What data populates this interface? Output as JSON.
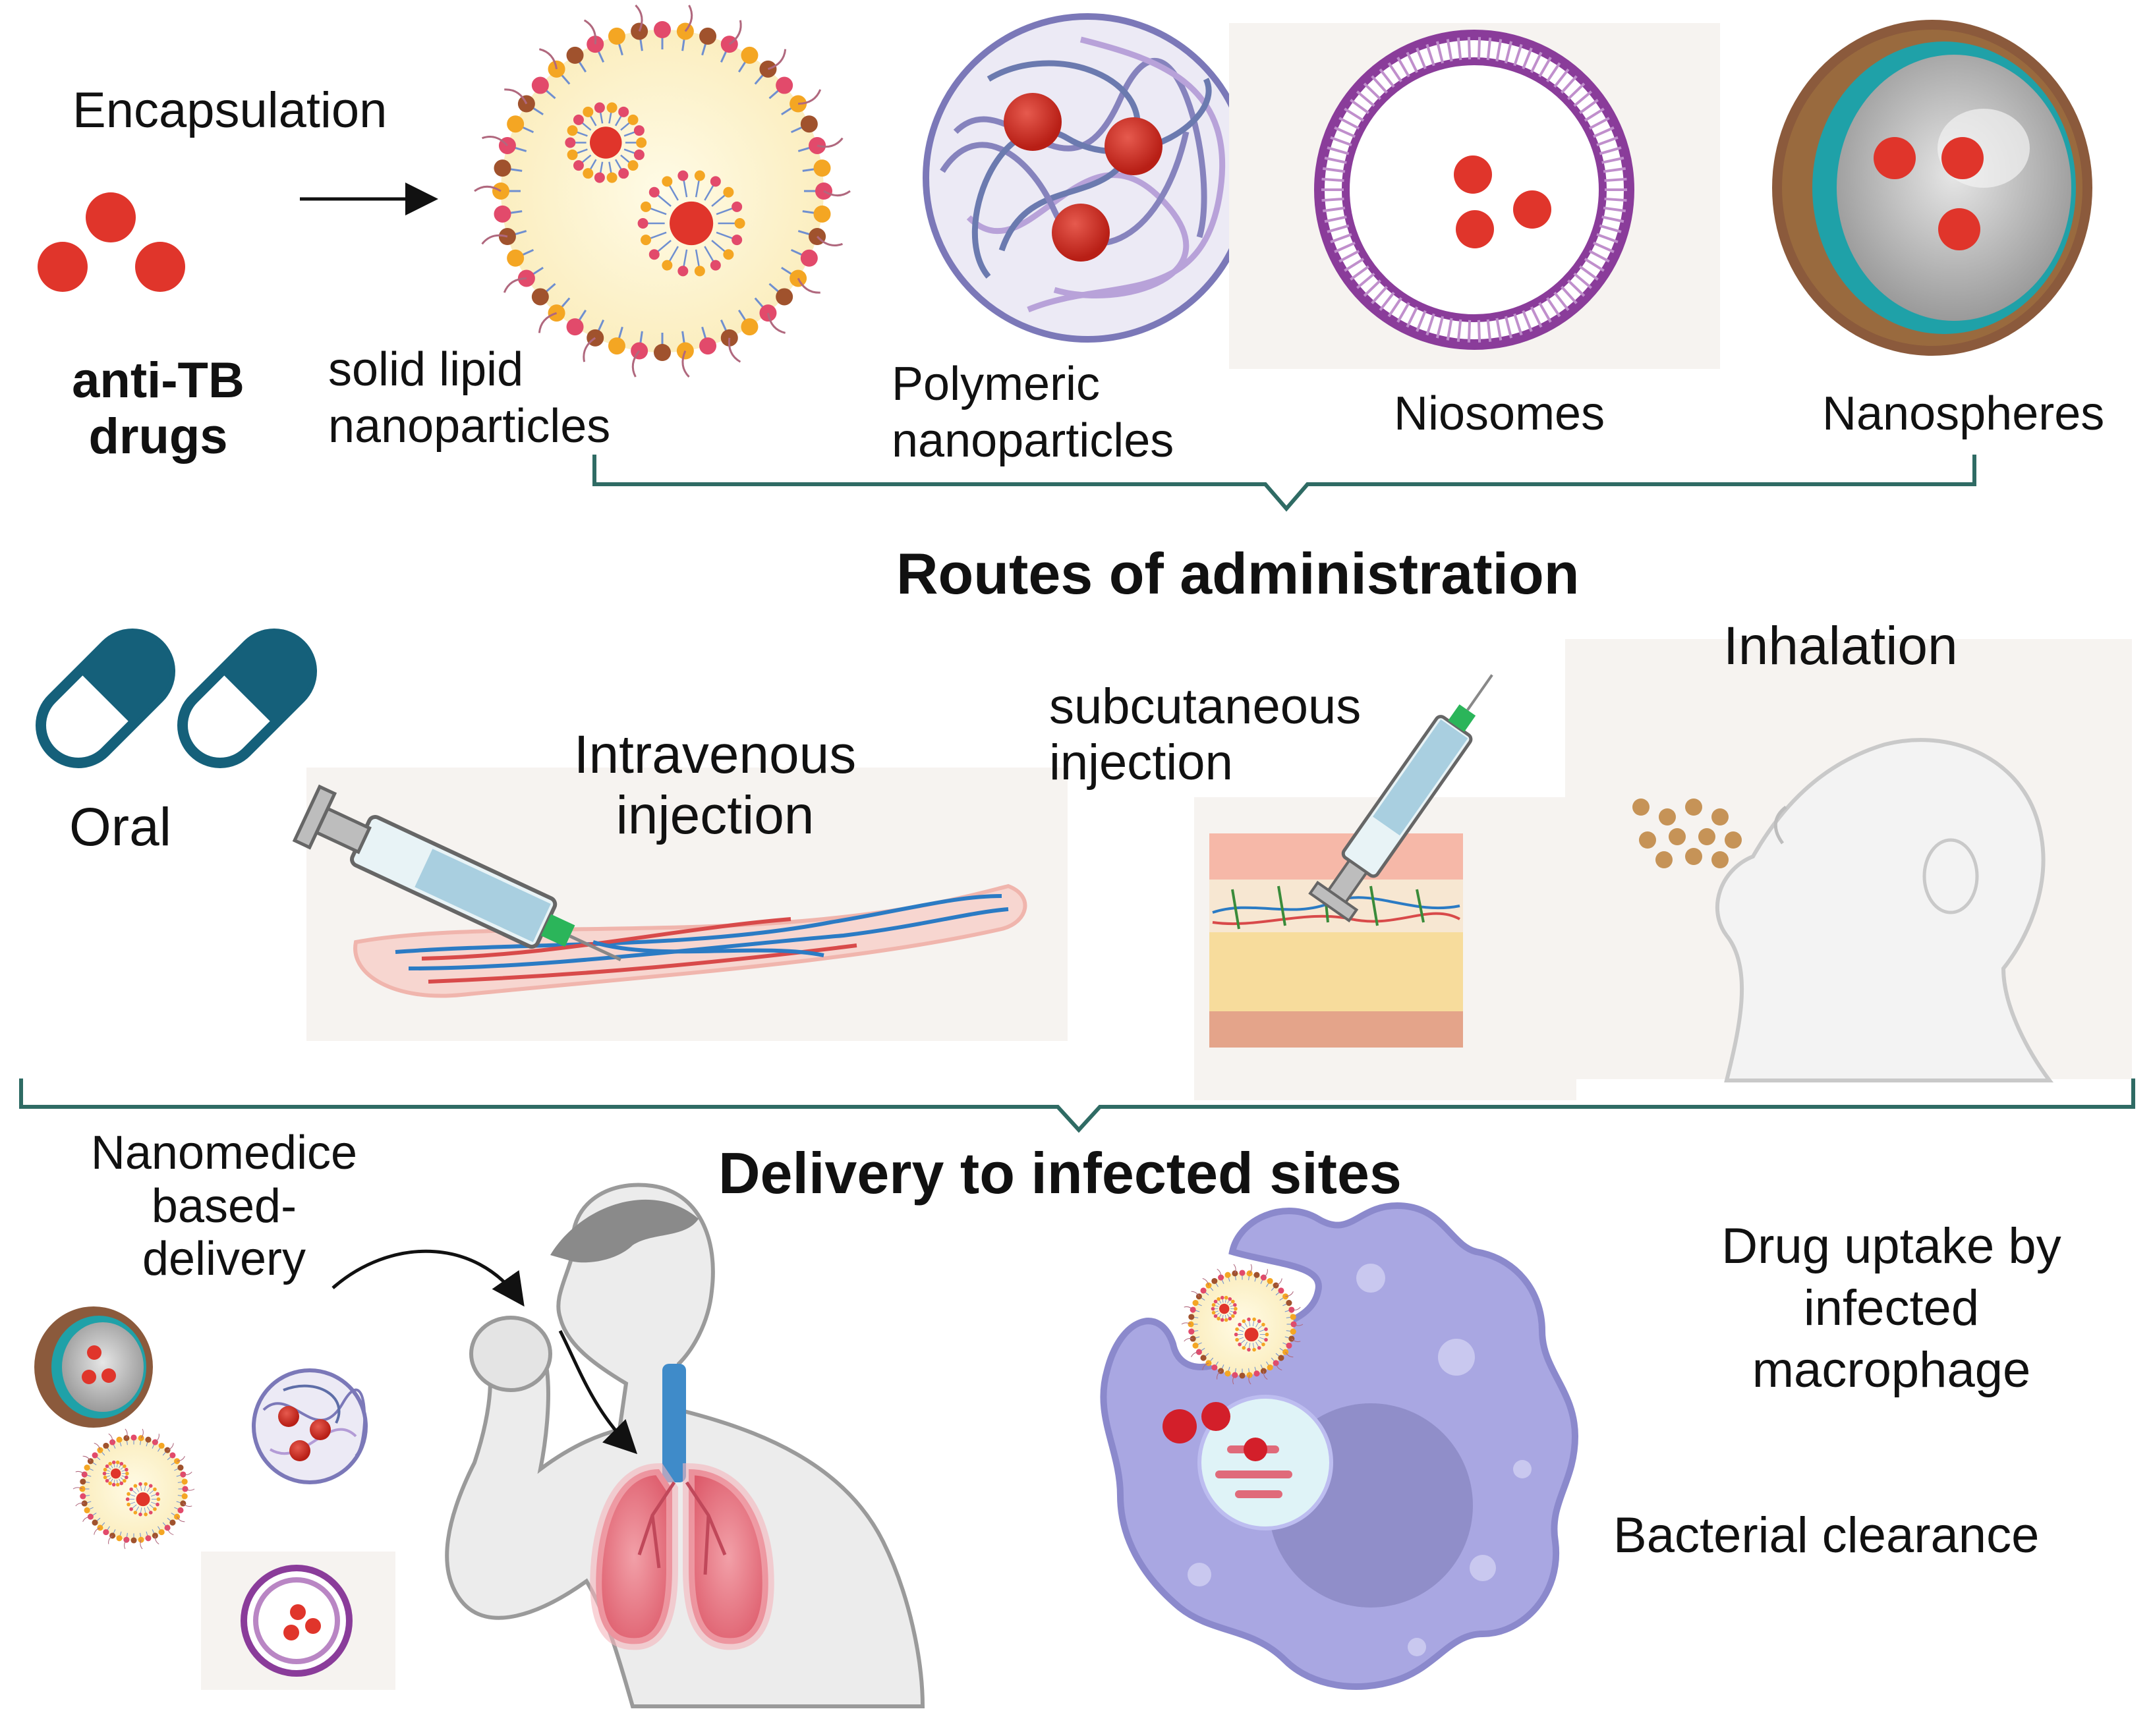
{
  "colors": {
    "drug_red": "#e0352b",
    "bracket": "#2f6b64",
    "capsule": "#15607a",
    "lipid_orange": "#f4a623",
    "niosome_purple": "#8a3c9a",
    "nanosphere_teal": "#1fa1a8",
    "macrophage": "#a9a7e2",
    "lung": "#e56a78"
  },
  "top": {
    "encapsulation": "Encapsulation",
    "drugs_line1": "anti-TB",
    "drugs_line2": "drugs",
    "sln_line1": "solid lipid",
    "sln_line2": "nanoparticles",
    "polymeric_line1": "Polymeric",
    "polymeric_line2": "nanoparticles",
    "niosomes": "Niosomes",
    "nanospheres": "Nanospheres"
  },
  "routes": {
    "title": "Routes of administration",
    "oral": "Oral",
    "iv_line1": "Intravenous",
    "iv_line2": "injection",
    "subq_line1": "subcutaneous",
    "subq_line2": "injection",
    "inhalation": "Inhalation"
  },
  "delivery": {
    "title": "Delivery to infected sites",
    "nano_line1": "Nanomedice",
    "nano_line2": "based-",
    "nano_line3": "delivery",
    "uptake_line1": "Drug uptake by",
    "uptake_line2": "infected",
    "uptake_line3": "macrophage",
    "clearance": "Bacterial clearance"
  }
}
